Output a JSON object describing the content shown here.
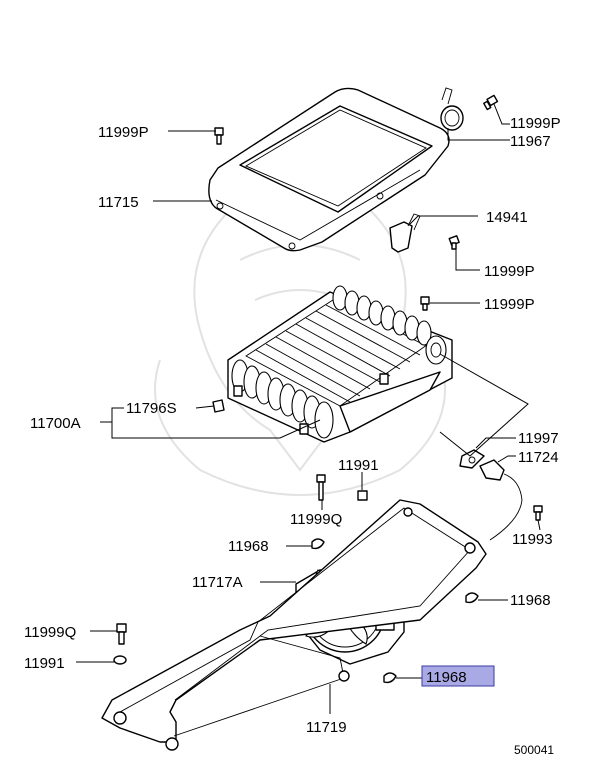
{
  "diagram_code": "500041",
  "highlighted_part": "11968",
  "watermark_icon": "samurai-helmet-watermark",
  "colors": {
    "highlight_fill": "#a9a9e6",
    "highlight_border": "#3a3aa0",
    "line": "#000000"
  },
  "callouts": {
    "c11999p_top_right": "11999P",
    "c11967": "11967",
    "c11999p_left": "11999P",
    "c11715": "11715",
    "c14941": "14941",
    "c11999p_mid": "11999P",
    "c11999p_mid2": "11999P",
    "c11796s": "11796S",
    "c11700a": "11700A",
    "c11997": "11997",
    "c11724": "11724",
    "c11991_mid": "11991",
    "c11999q_mid": "11999Q",
    "c11993": "11993",
    "c11968_left": "11968",
    "c11717a": "11717A",
    "c11968_right": "11968",
    "c11999q_left": "11999Q",
    "c11991_left": "11991",
    "c11968_highlight": "11968",
    "c11719": "11719"
  }
}
